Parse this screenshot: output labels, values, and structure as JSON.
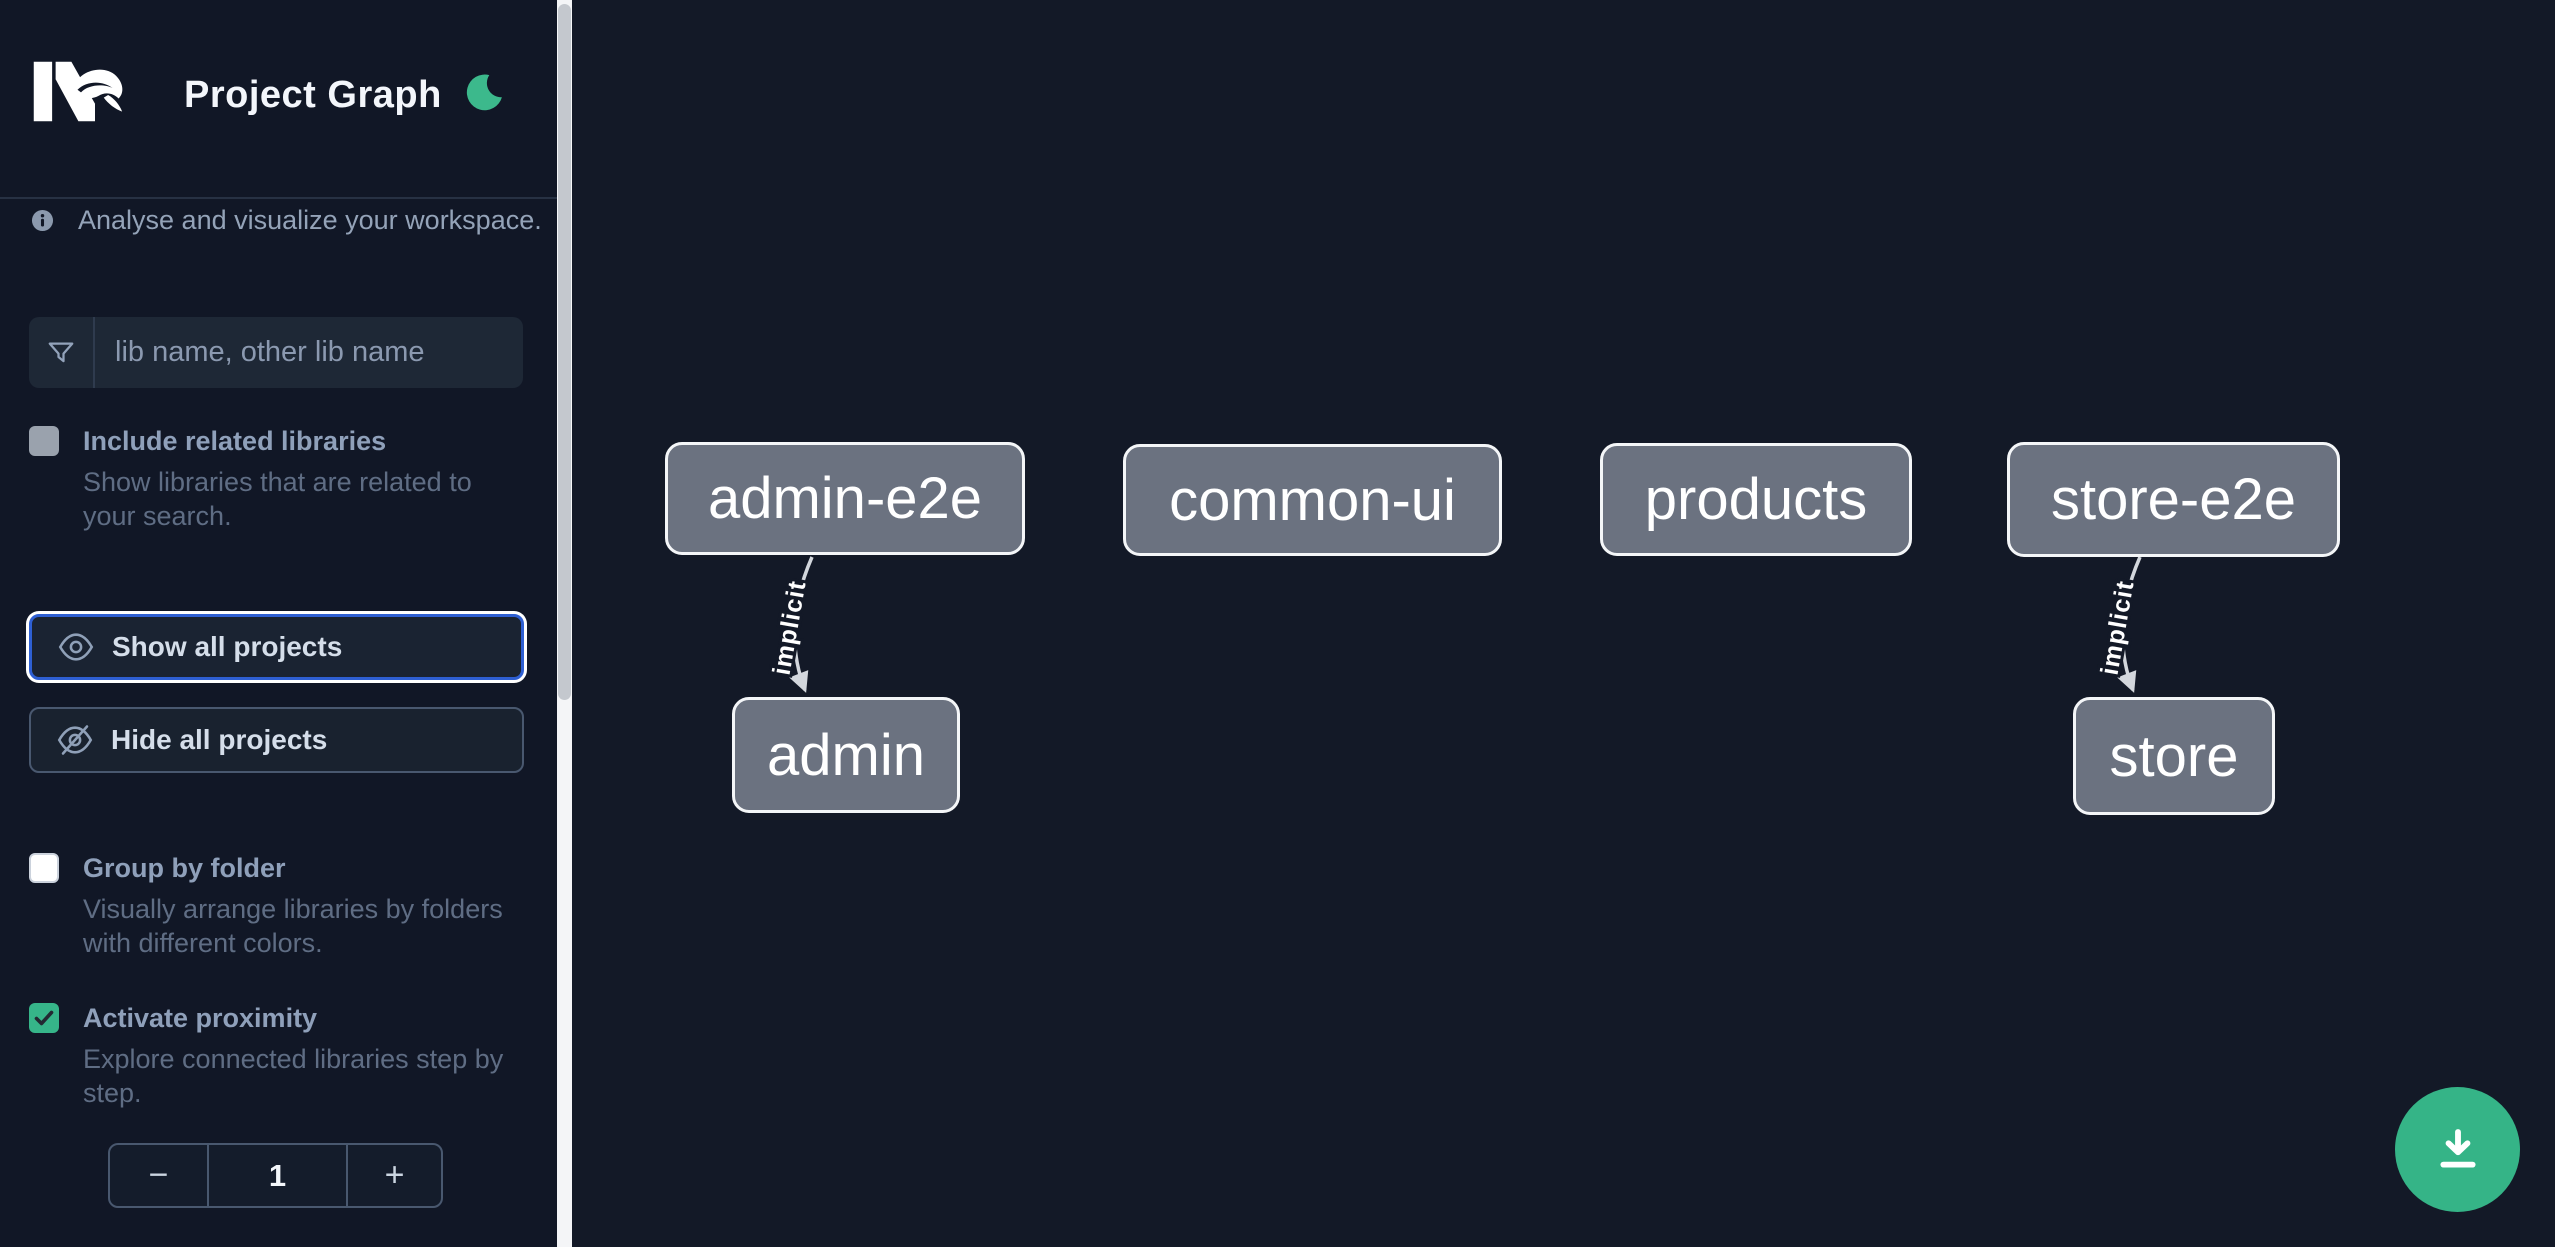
{
  "header": {
    "title": "Project Graph",
    "logo": "nx-logo",
    "theme_toggle_icon": "moon-icon"
  },
  "sidebar": {
    "info_text": "Analyse and visualize your workspace.",
    "search": {
      "placeholder": "lib name, other lib name"
    },
    "toggles": [
      {
        "label": "Include related libraries",
        "description": "Show libraries that are related to your search.",
        "checked": false
      },
      {
        "label": "Group by folder",
        "description": "Visually arrange libraries by folders with different colors.",
        "checked": false
      },
      {
        "label": "Activate proximity",
        "description": "Explore connected libraries step by step.",
        "checked": true
      }
    ],
    "buttons": [
      {
        "label": "Show all projects",
        "icon": "eye-icon",
        "focused": true
      },
      {
        "label": "Hide all projects",
        "icon": "eye-off-icon",
        "focused": false
      }
    ],
    "stepper": {
      "decrement": "−",
      "value": "1",
      "increment": "+"
    }
  },
  "graph": {
    "nodes": [
      {
        "label": "admin-e2e"
      },
      {
        "label": "common-ui"
      },
      {
        "label": "products"
      },
      {
        "label": "store-e2e"
      },
      {
        "label": "admin"
      },
      {
        "label": "store"
      }
    ],
    "edges": [
      {
        "from": "admin-e2e",
        "to": "admin",
        "label": "implicit"
      },
      {
        "from": "store-e2e",
        "to": "store",
        "label": "implicit"
      }
    ]
  },
  "fab": {
    "icon": "download-icon"
  },
  "colors": {
    "background": "#131927",
    "emerald_accent": "#35b487",
    "focus_ring_blue": "#2e5fd3",
    "node_fill": "#6b7280",
    "node_border": "#f4f6f8",
    "edge": "#d3d7dd"
  }
}
